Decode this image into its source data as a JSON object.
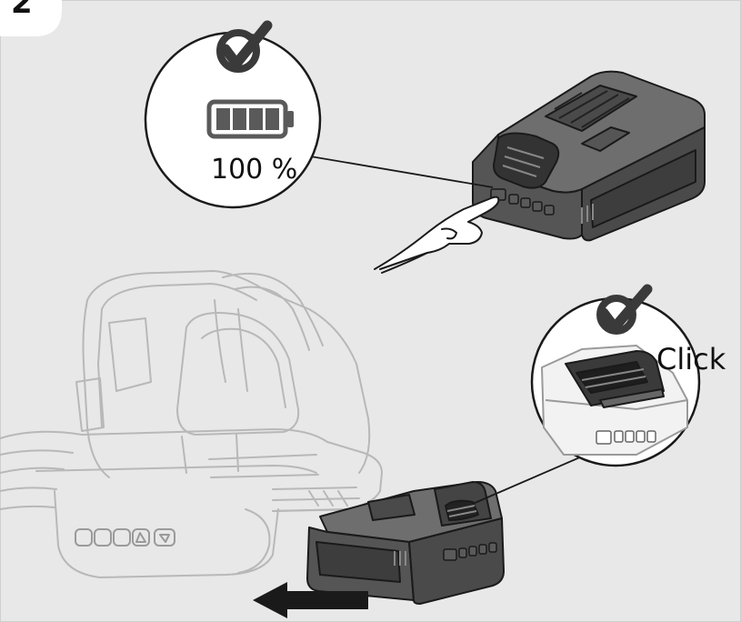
{
  "step_number": "2",
  "charge_callout": {
    "percent_label": "100 %",
    "check_icon": "check-icon",
    "battery_icon": "battery-full-icon",
    "battery_segments_filled": 4,
    "battery_segments_total": 4
  },
  "click_callout": {
    "label": "Click",
    "check_icon": "check-icon"
  },
  "direction_icon": "arrow-left-icon",
  "colors": {
    "background": "#e8e8e8",
    "line": "#1a1a1a",
    "ghost_line": "#b8b8b8",
    "battery_dark": "#4a4a4a",
    "battery_mid": "#6e6e6e",
    "callout_fill": "#ffffff"
  }
}
